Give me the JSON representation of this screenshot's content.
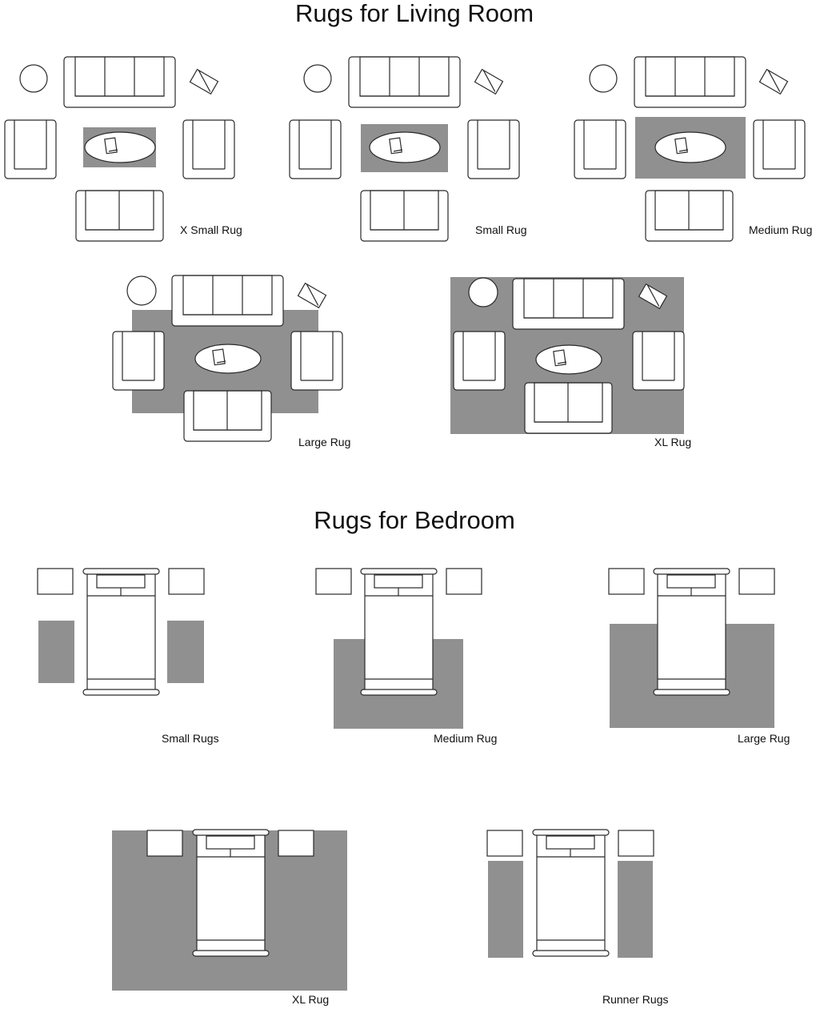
{
  "sections": [
    {
      "title": "Rugs for Living Room",
      "diagrams": [
        {
          "label": "X Small Rug"
        },
        {
          "label": "Small Rug"
        },
        {
          "label": "Medium Rug"
        },
        {
          "label": "Large Rug"
        },
        {
          "label": "XL Rug"
        }
      ]
    },
    {
      "title": "Rugs for Bedroom",
      "diagrams": [
        {
          "label": "Small Rugs"
        },
        {
          "label": "Medium Rug"
        },
        {
          "label": "Large Rug"
        },
        {
          "label": "XL Rug"
        },
        {
          "label": "Runner Rugs"
        }
      ]
    }
  ],
  "colors": {
    "rug": "#909090",
    "furniture_line": "#2a2a2a",
    "background": "#ffffff"
  }
}
